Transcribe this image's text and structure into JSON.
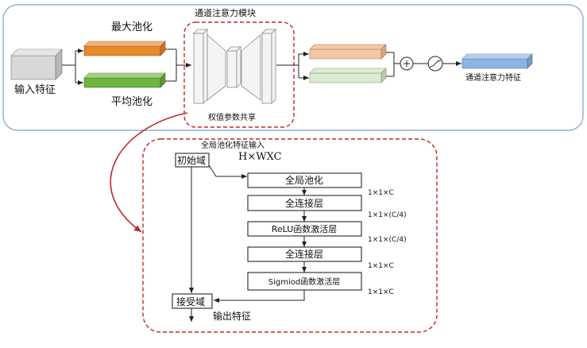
{
  "top_module": {
    "title": "通道注意力模块",
    "input_label": "输入特征",
    "max_pool_label": "最大池化",
    "avg_pool_label": "平均池化",
    "shared_weights_label": "权值参数共享",
    "output_label": "通道注意力特征"
  },
  "detail_module": {
    "input_caption": "全局池化特征输入",
    "input_shape": "H×WXC",
    "start_label": "初始域",
    "layers": [
      {
        "label": "全局池化",
        "shape": "1×1×C"
      },
      {
        "label": "全连接层",
        "shape": "1×1×(C/4)"
      },
      {
        "label": "ReLU函数激活层",
        "shape": "1×1×(C/4)"
      },
      {
        "label": "全连接层",
        "shape": "1×1×C"
      },
      {
        "label": "Sigmiod函数激活层",
        "shape": "1×1×C"
      }
    ],
    "end_label": "接受域",
    "output_caption": "输出特征"
  },
  "icons": {
    "add": "plus-icon",
    "activation": "sigmoid-icon"
  },
  "colors": {
    "input": "#d8d8d8",
    "max_pool": "#e8892a",
    "avg_pool": "#6fb43f",
    "mlp_out_max": "#f4c7a4",
    "mlp_out_avg": "#dcebd2",
    "attention_out": "#8db3e2",
    "module_border": "#7ba1cf",
    "dashed_border": "#c0282b"
  }
}
